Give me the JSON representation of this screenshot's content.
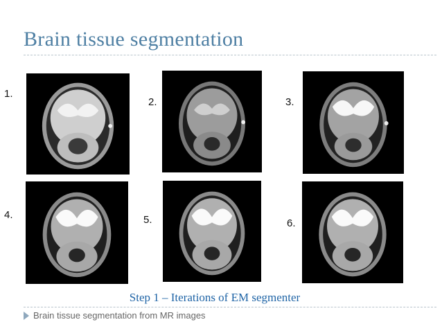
{
  "slide": {
    "title": "Brain tissue segmentation",
    "caption": "Step 1 – Iterations of EM segmenter",
    "footer_text": "Brain tissue segmentation from MR images"
  },
  "panels": [
    {
      "label": "1.",
      "kind": "original-mri"
    },
    {
      "label": "2.",
      "kind": "segmentation-iteration"
    },
    {
      "label": "3.",
      "kind": "segmentation-iteration"
    },
    {
      "label": "4.",
      "kind": "segmentation-iteration"
    },
    {
      "label": "5.",
      "kind": "segmentation-iteration"
    },
    {
      "label": "6.",
      "kind": "segmentation-iteration"
    }
  ],
  "colors": {
    "title": "#4e7fa3",
    "caption": "#1f64a6",
    "footer_text": "#666666",
    "bullet": "#8fa8bd",
    "divider": "#b8c3cc"
  },
  "icons": {
    "footer_bullet": "triangle-bullet-icon"
  }
}
